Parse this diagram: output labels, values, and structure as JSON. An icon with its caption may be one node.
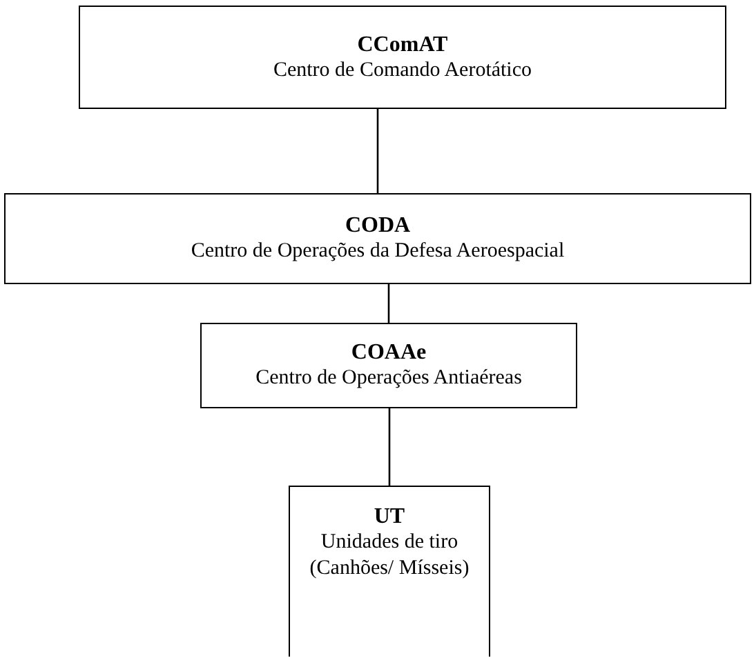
{
  "diagram": {
    "nodes": [
      {
        "text": [
          "CComAT",
          "Centro de Comando Aerotático"
        ]
      },
      {
        "text": [
          "CODA",
          "Centro de Operações da Defesa Aeroespacial"
        ]
      },
      {
        "text": [
          "COAAe",
          "Centro de Operações Antiaéreas"
        ]
      },
      {
        "text": [
          "UT",
          "Unidades de tiro",
          "(Canhões/ Mísseis)"
        ]
      }
    ],
    "edges": [
      {
        "from": 0,
        "to": 1,
        "arrow": "none"
      },
      {
        "from": 1,
        "to": 2,
        "arrow": "none"
      },
      {
        "from": 2,
        "to": 3,
        "arrow": "none"
      }
    ]
  }
}
